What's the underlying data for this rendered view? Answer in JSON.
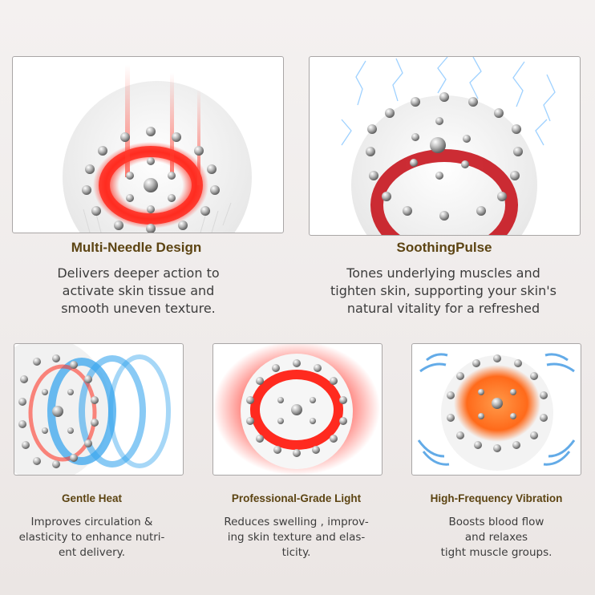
{
  "features": [
    {
      "image": "multi-needle-device-image",
      "title": "Multi-Needle Design",
      "lines": [
        "Delivers deeper action to",
        "activate skin tissue and",
        "smooth uneven texture."
      ]
    },
    {
      "image": "soothing-pulse-device-image",
      "title": "SoothingPulse",
      "lines": [
        "Tones underlying muscles and",
        "tighten skin, supporting your skin's",
        "natural vitality for a refreshed"
      ]
    },
    {
      "image": "gentle-heat-device-image",
      "title": "Gentle Heat",
      "lines": [
        "Improves circulation &",
        "elasticity to enhance nutri-",
        "ent  delivery."
      ]
    },
    {
      "image": "red-light-device-image",
      "title": "Professional-Grade Light",
      "lines": [
        "Reduces swelling , improv-",
        "ing skin texture and elas-",
        "ticity."
      ]
    },
    {
      "image": "vibration-device-image",
      "title": "High-Frequency Vibration",
      "lines": [
        "Boosts blood flow",
        "and relaxes",
        "tight muscle groups."
      ]
    }
  ],
  "colors": {
    "title": "#5c4412",
    "text": "#3c3c3c",
    "red_light": "#ff2a1f",
    "blue_heat": "#3aa6ee",
    "orange_light": "#ff6a1a"
  }
}
